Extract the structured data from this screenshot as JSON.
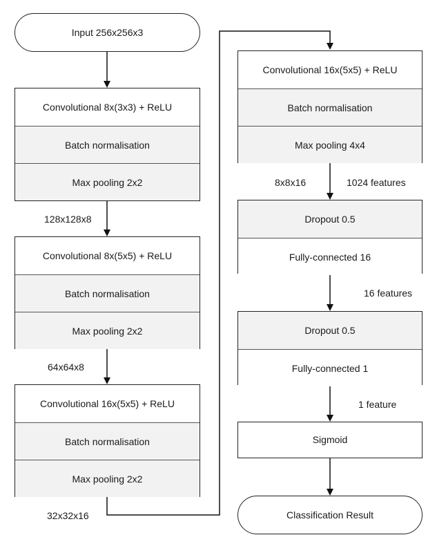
{
  "input": "Input 256x256x3",
  "output": "Classification Result",
  "left_blocks": [
    [
      "Convolutional 8x(3x3) + ReLU",
      "Batch normalisation",
      "Max pooling 2x2"
    ],
    [
      "Convolutional 8x(5x5) + ReLU",
      "Batch normalisation",
      "Max pooling 2x2"
    ],
    [
      "Convolutional 16x(5x5) + ReLU",
      "Batch normalisation",
      "Max pooling 2x2"
    ]
  ],
  "right_block_conv": [
    "Convolutional 16x(5x5) + ReLU",
    "Batch normalisation",
    "Max pooling 4x4"
  ],
  "right_block_fc1": [
    "Dropout 0.5",
    "Fully-connected 16"
  ],
  "right_block_fc2": [
    "Dropout 0.5",
    "Fully-connected 1"
  ],
  "sigmoid": "Sigmoid",
  "labels": {
    "after_left1": "128x128x8",
    "after_left2": "64x64x8",
    "after_left3": "32x32x16",
    "right_shape": "8x8x16",
    "right_features1": "1024 features",
    "right_features2": "16 features",
    "right_features3": "1 feature"
  }
}
